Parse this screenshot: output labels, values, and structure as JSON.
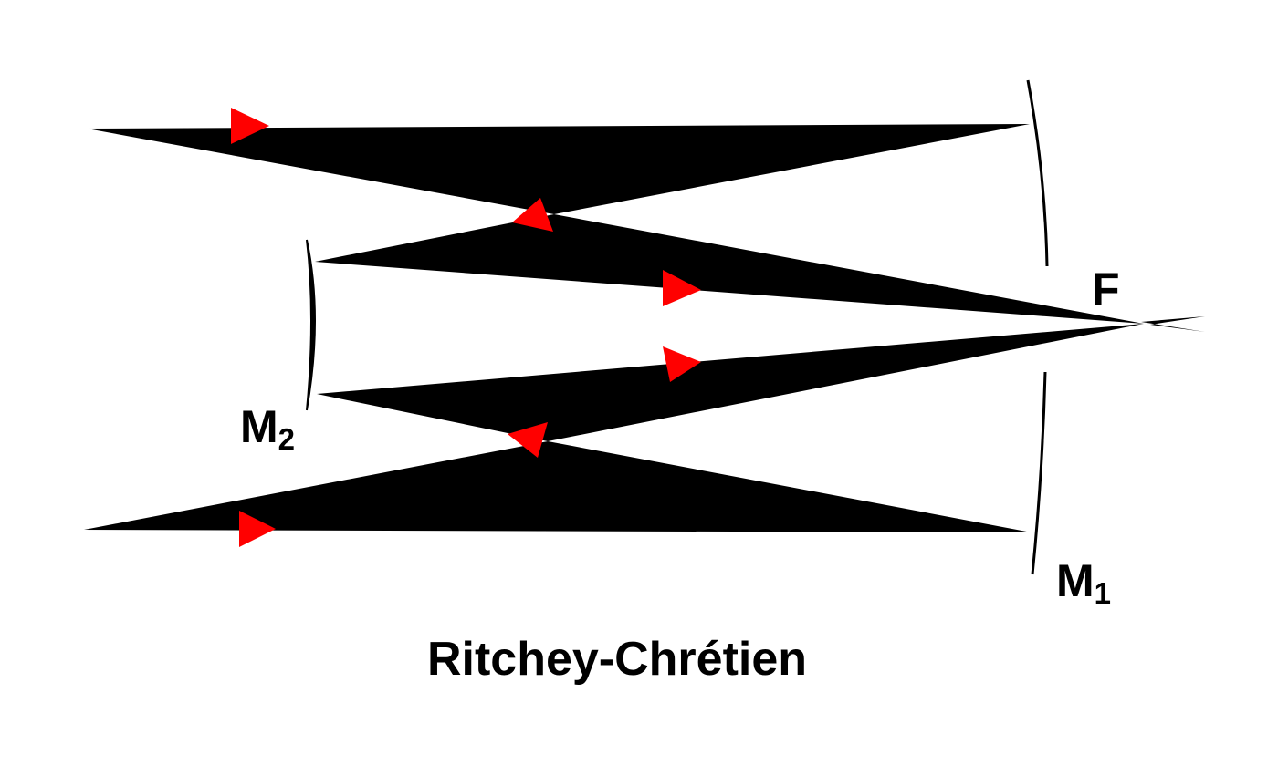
{
  "title": "Ritchey-Chrétien",
  "labels": {
    "secondary_mirror": {
      "main": "M",
      "sub": "2"
    },
    "primary_mirror": {
      "main": "M",
      "sub": "1"
    },
    "focus": "F"
  },
  "colors": {
    "beam": "#000000",
    "arrow": "#ff0000",
    "background": "#ffffff"
  }
}
